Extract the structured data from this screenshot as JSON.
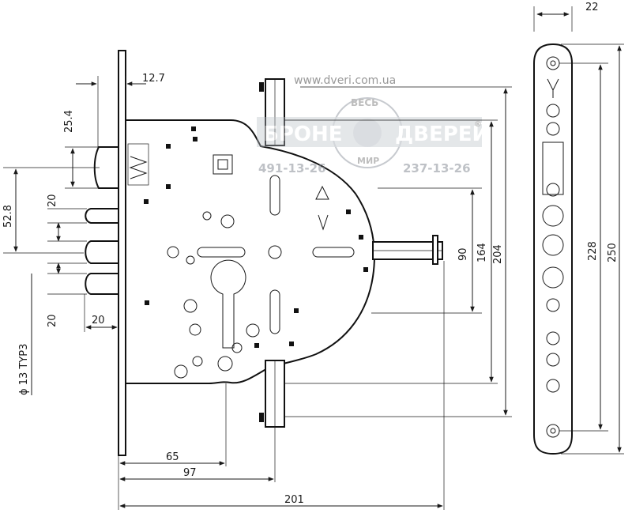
{
  "watermark": {
    "url": "www.dveri.com.ua",
    "brand_left": "БРОНЕ",
    "brand_right": "ДВЕРЕЙ",
    "top_arc": "ВЕСЬ",
    "bottom_arc": "МИР",
    "registered": "®",
    "phone_left": "491-13-26",
    "phone_right": "237-13-26"
  },
  "dimensions": {
    "faceplate_thickness": "22",
    "backset_offset": "12.7",
    "bolt_offset_top": "25.4",
    "bolt_spacing_a": "20",
    "bolt_spacing_b": "20",
    "bolt_throw": "20",
    "bolt_span": "52.8",
    "bolt_diameter": "ϕ 13 TYP3",
    "height_90": "90",
    "height_164": "164",
    "height_204": "204",
    "faceplate_inner": "228",
    "faceplate_length": "250",
    "width_65": "65",
    "width_97": "97",
    "width_201": "201"
  },
  "colors": {
    "line": "#1a1a1a",
    "watermark": "#9aa0a8",
    "background": "#ffffff"
  }
}
